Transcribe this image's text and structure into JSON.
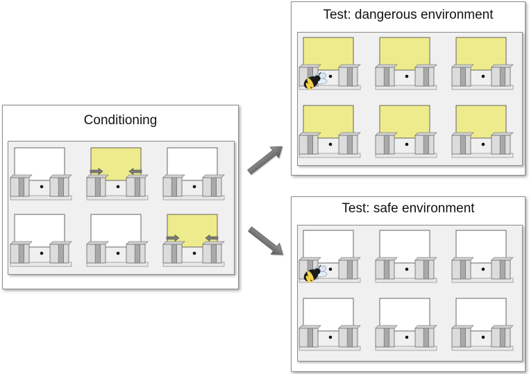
{
  "panels": {
    "conditioning": {
      "title": "Conditioning"
    },
    "dangerous": {
      "title": "Test: dangerous environment"
    },
    "safe": {
      "title": "Test: safe environment"
    }
  },
  "colors": {
    "yellow_screen": "#eeeb8c",
    "white_screen": "#ffffff",
    "pad_gray": "#d4d4d4",
    "arrow_gray": "#7a7a7a"
  },
  "grids": {
    "conditioning": [
      {
        "screen": "white"
      },
      {
        "screen": "yellow",
        "squeeze_arrows": true
      },
      {
        "screen": "white"
      },
      {
        "screen": "white"
      },
      {
        "screen": "white"
      },
      {
        "screen": "yellow",
        "squeeze_arrows": true
      }
    ],
    "dangerous": [
      {
        "screen": "yellow",
        "bee": true
      },
      {
        "screen": "yellow"
      },
      {
        "screen": "yellow"
      },
      {
        "screen": "yellow"
      },
      {
        "screen": "yellow"
      },
      {
        "screen": "yellow"
      }
    ],
    "safe": [
      {
        "screen": "white",
        "bee": true
      },
      {
        "screen": "white"
      },
      {
        "screen": "white"
      },
      {
        "screen": "white"
      },
      {
        "screen": "white"
      },
      {
        "screen": "white"
      }
    ]
  },
  "icons": [
    "bee-icon",
    "arrow-icon",
    "flower-feeder-icon"
  ]
}
